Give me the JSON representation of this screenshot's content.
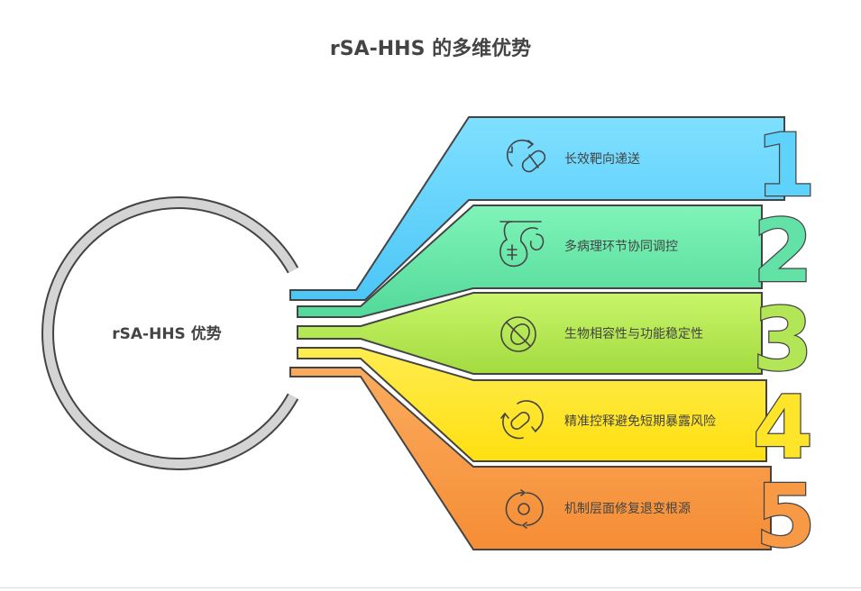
{
  "title": "rSA-HHS 的多维优势",
  "center_label": "rSA-HHS 优势",
  "items": [
    {
      "number": "1",
      "label": "长效靶向递送",
      "icon": "clock-pill-icon",
      "color": "#5fd2fb"
    },
    {
      "number": "2",
      "label": "多病理环节协同调控",
      "icon": "organ-icon",
      "color": "#62e2a6"
    },
    {
      "number": "3",
      "label": "生物相容性与功能稳定性",
      "icon": "no-bacteria-icon",
      "color": "#b3e657"
    },
    {
      "number": "4",
      "label": "精准控释避免短期暴露风险",
      "icon": "pill-cycle-icon",
      "color": "#ffe52a"
    },
    {
      "number": "5",
      "label": "机制层面修复退变根源",
      "icon": "circular-arrows-icon",
      "color": "#f89a45"
    }
  ]
}
